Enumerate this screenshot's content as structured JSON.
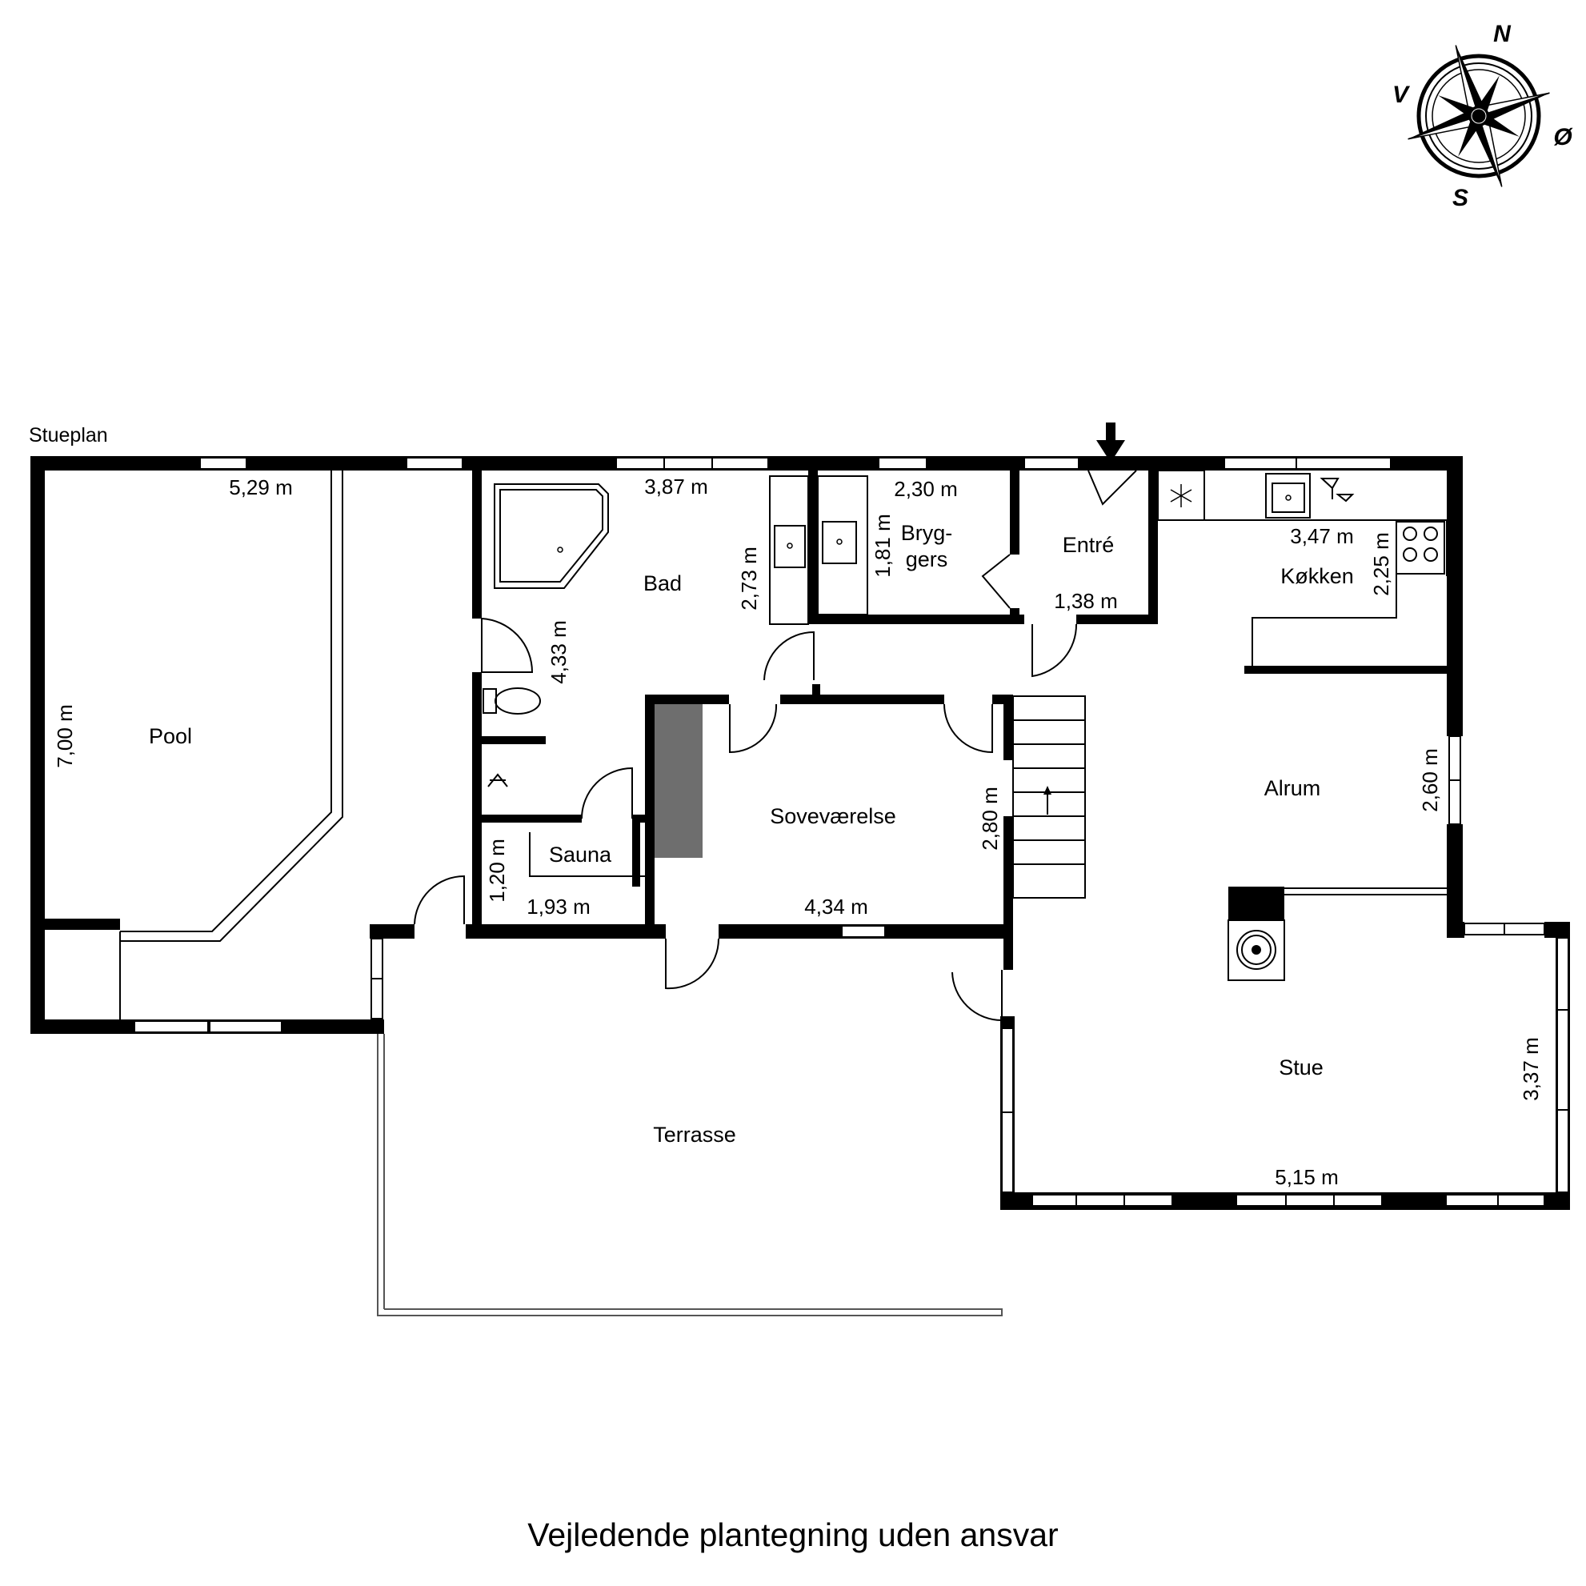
{
  "plan": {
    "floor_label": "Stueplan",
    "footer_note": "Vejledende plantegning uden ansvar"
  },
  "compass": {
    "north": "N",
    "south": "S",
    "east": "Ø",
    "west": "V"
  },
  "rooms": {
    "pool": "Pool",
    "bad": "Bad",
    "bryggers_line1": "Bryg-",
    "bryggers_line2": "gers",
    "entre": "Entré",
    "kokken": "Køkken",
    "alrum": "Alrum",
    "sovevaerelse": "Soveværelse",
    "sauna": "Sauna",
    "stue": "Stue",
    "terrasse": "Terrasse"
  },
  "dimensions": {
    "pool_width": "5,29 m",
    "pool_length": "7,00 m",
    "bad_width": "3,87 m",
    "bad_depth": "4,33 m",
    "bad_depth_2": "2,73 m",
    "bryggers_width": "2,30 m",
    "bryggers_depth": "1,81 m",
    "entre_width": "1,38 m",
    "kokken_width": "3,47 m",
    "kokken_depth": "2,25 m",
    "alrum_depth": "2,60 m",
    "sove_depth": "2,80 m",
    "sove_width": "4,34 m",
    "sauna_depth": "1,20 m",
    "sauna_width": "1,93 m",
    "stue_depth": "3,37 m",
    "stue_width": "5,15 m"
  }
}
